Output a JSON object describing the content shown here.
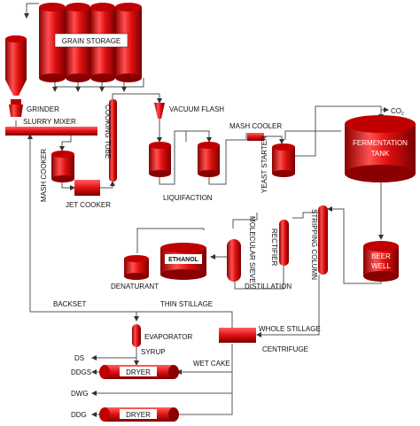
{
  "colors": {
    "vessel_red": "#e01010",
    "vessel_dark": "#8a0000",
    "vessel_highlight": "#ff6a6a",
    "pipe": "#555555",
    "background": "#ffffff"
  },
  "labels": {
    "grain_storage": "GRAIN STORAGE",
    "grinder": "GRINDER",
    "slurry_mixer": "SLURRY MIXER",
    "mash_cooker": "MASH COOKER",
    "cooking_tube": "COOKING TUBE",
    "jet_cooker": "JET COOKER",
    "vacuum_flash": "VACUUM FLASH",
    "liquifaction": "LIQUIFACTION",
    "mash_cooler": "MASH COOLER",
    "yeast_starter": "YEAST STARTER",
    "co2_prefix": "CO",
    "co2_sub": "2",
    "fermentation_tank": "FERMENTATION",
    "fermentation_tank_2": "TANK",
    "beer_well_1": "BEER",
    "beer_well_2": "WELL",
    "stripping_column": "STRIPPING COLUMN",
    "rectifier": "RECTIFIER",
    "molecular_sieve": "MOLECULAR SIEVE",
    "distillation": "DISTILLATION",
    "ethanol": "ETHANOL",
    "denaturant": "DENATURANT",
    "backset": "BACKSET",
    "thin_stillage": "THIN STILLAGE",
    "whole_stillage": "WHOLE STILLAGE",
    "centrifuge": "CENTRIFUGE",
    "evaporator": "EVAPORATOR",
    "syrup": "SYRUP",
    "ds": "DS",
    "ddgs": "DDGS",
    "dryer_1": "DRYER",
    "wet_cake": "WET CAKE",
    "dwg": "DWG",
    "ddg": "DDG",
    "dryer_2": "DRYER"
  }
}
